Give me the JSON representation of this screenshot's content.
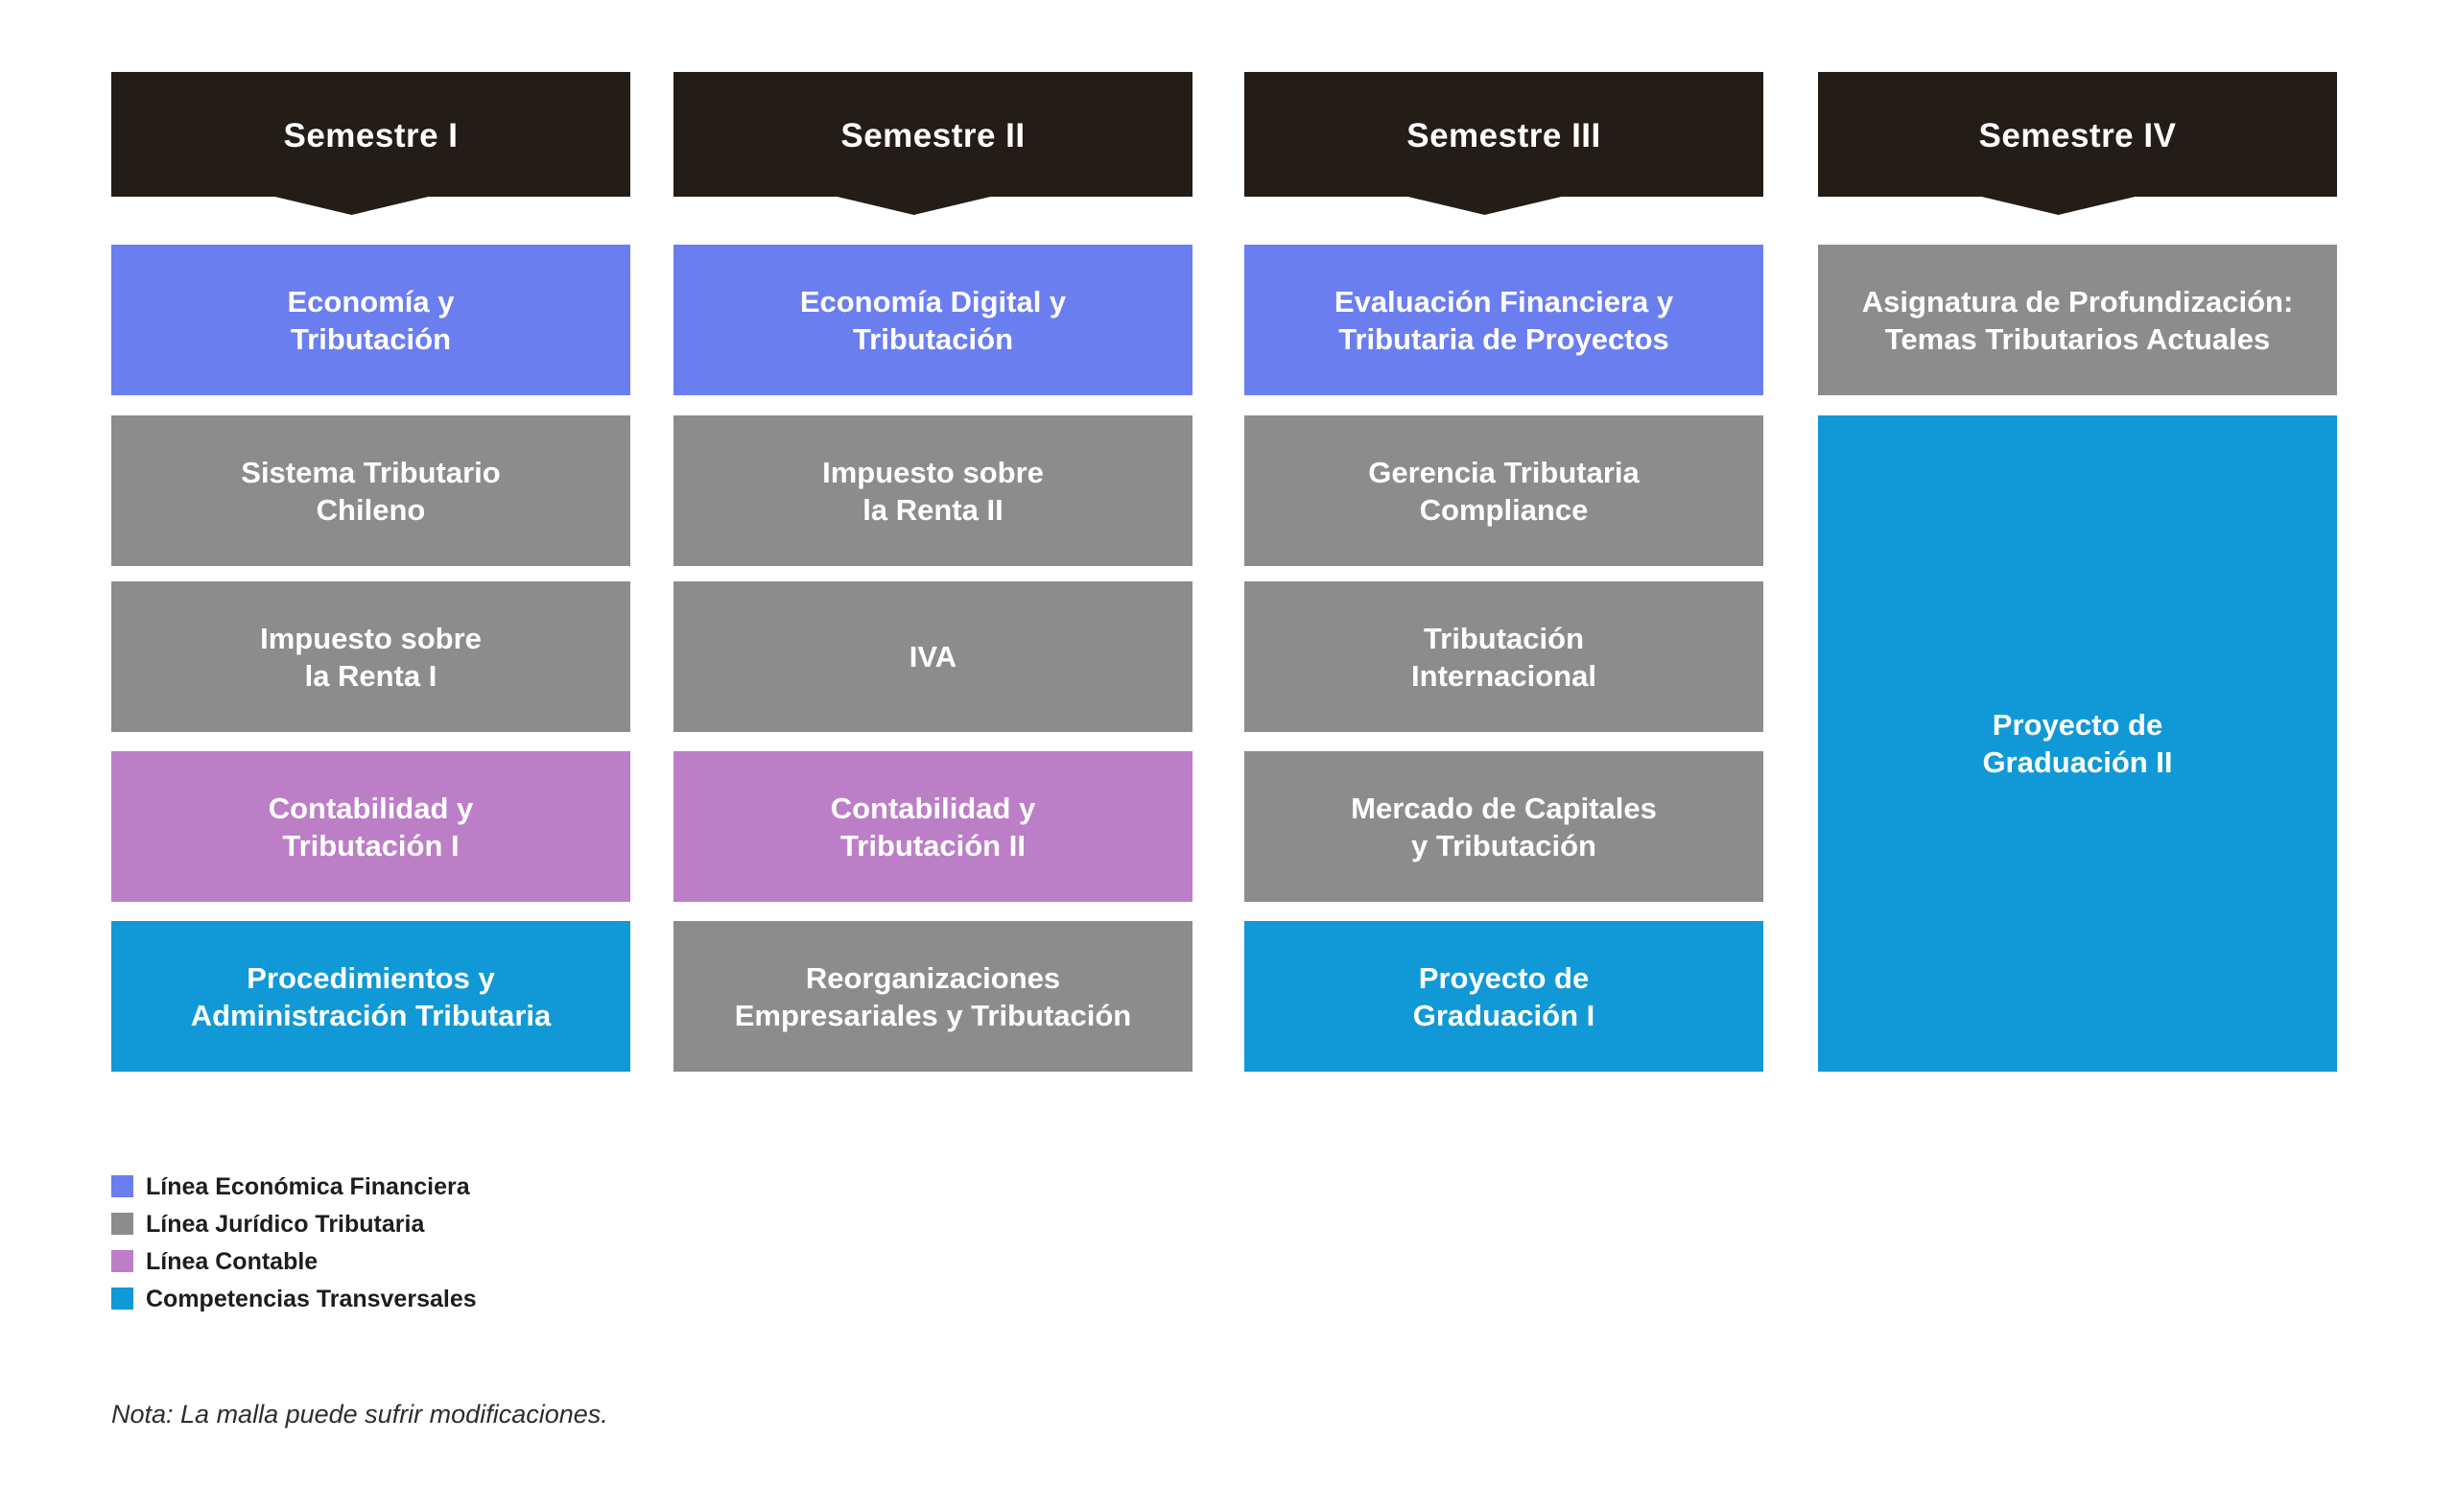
{
  "colors": {
    "header_bg": "#241c17",
    "header_text": "#ffffff",
    "course_text": "#ffffff",
    "economica": "#6b7ef0",
    "juridica": "#8c8c8c",
    "contable": "#bc7ec6",
    "transversal": "#1099d6",
    "legend_text": "#1d1d1b",
    "note_text": "#2f2d2b",
    "page_background": "#ffffff"
  },
  "semesters": [
    {
      "label": "Semestre I",
      "courses": [
        {
          "lines": [
            "Economía y",
            "Tributación"
          ],
          "line": "economica"
        },
        {
          "lines": [
            "Sistema Tributario",
            "Chileno"
          ],
          "line": "juridica"
        },
        {
          "lines": [
            "Impuesto sobre",
            "la Renta I"
          ],
          "line": "juridica"
        },
        {
          "lines": [
            "Contabilidad y",
            "Tributación I"
          ],
          "line": "contable"
        },
        {
          "lines": [
            "Procedimientos y",
            "Administración Tributaria"
          ],
          "line": "transversal"
        }
      ]
    },
    {
      "label": "Semestre II",
      "courses": [
        {
          "lines": [
            "Economía Digital y",
            "Tributación"
          ],
          "line": "economica"
        },
        {
          "lines": [
            "Impuesto sobre",
            "la Renta II"
          ],
          "line": "juridica"
        },
        {
          "lines": [
            "IVA"
          ],
          "line": "juridica"
        },
        {
          "lines": [
            "Contabilidad y",
            "Tributación II"
          ],
          "line": "contable"
        },
        {
          "lines": [
            "Reorganizaciones",
            "Empresariales y Tributación"
          ],
          "line": "juridica"
        }
      ]
    },
    {
      "label": "Semestre III",
      "courses": [
        {
          "lines": [
            "Evaluación Financiera y",
            "Tributaria de Proyectos"
          ],
          "line": "economica"
        },
        {
          "lines": [
            "Gerencia Tributaria",
            "Compliance"
          ],
          "line": "juridica"
        },
        {
          "lines": [
            "Tributación",
            "Internacional"
          ],
          "line": "juridica"
        },
        {
          "lines": [
            "Mercado de Capitales",
            "y Tributación"
          ],
          "line": "juridica"
        },
        {
          "lines": [
            "Proyecto de",
            "Graduación I"
          ],
          "line": "transversal"
        }
      ]
    },
    {
      "label": "Semestre IV",
      "courses": [
        {
          "lines": [
            "Asignatura de Profundización:",
            "Temas Tributarios Actuales"
          ],
          "line": "juridica"
        },
        {
          "lines": [
            "Proyecto de",
            "Graduación II"
          ],
          "line": "transversal",
          "tall": true
        }
      ]
    }
  ],
  "legend": {
    "items": [
      {
        "label": "Línea Económica Financiera",
        "line": "economica"
      },
      {
        "label": "Línea Jurídico Tributaria",
        "line": "juridica"
      },
      {
        "label": "Línea Contable",
        "line": "contable"
      },
      {
        "label": "Competencias Transversales",
        "line": "transversal"
      }
    ]
  },
  "note": {
    "text": "Nota: La malla puede sufrir modificaciones."
  }
}
